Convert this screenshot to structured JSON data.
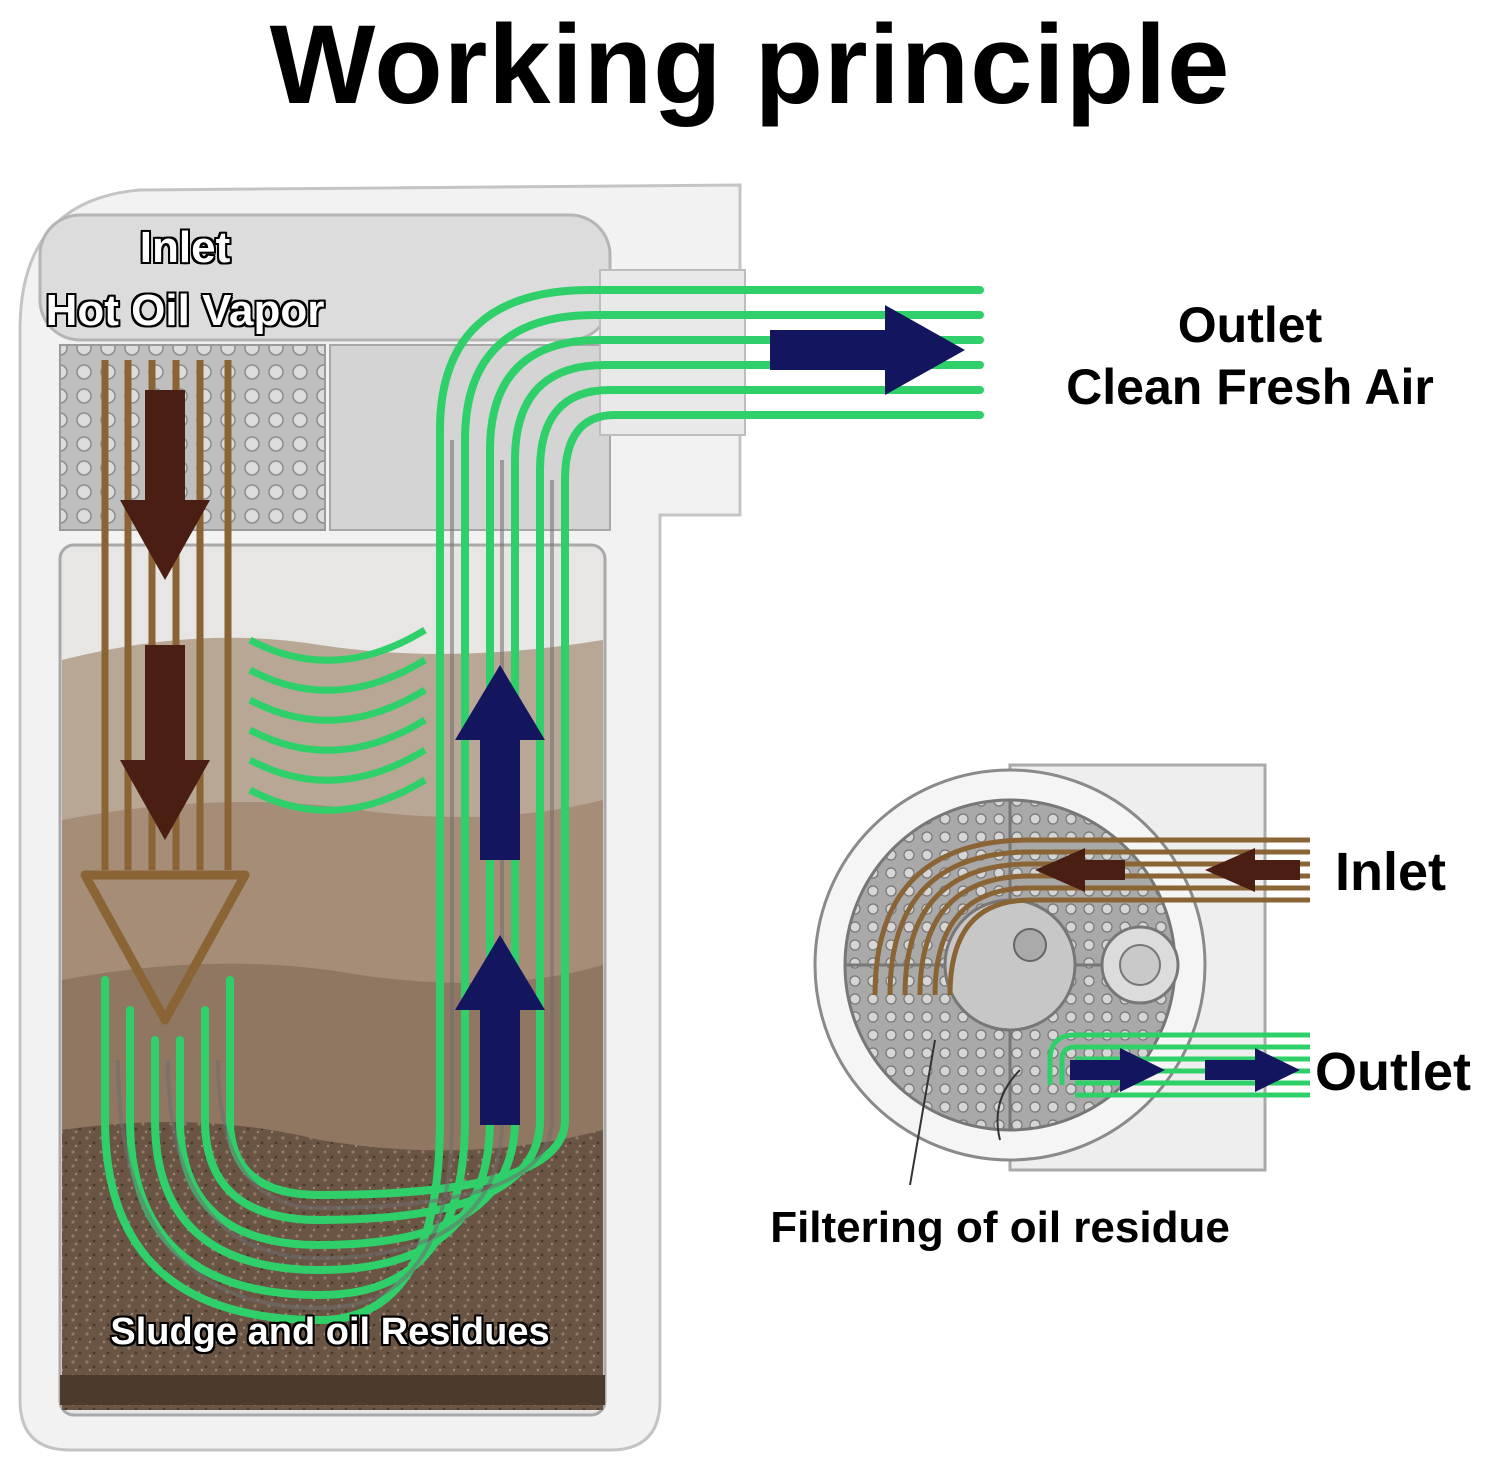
{
  "title": "Working principle",
  "main_unit": {
    "inlet_label": "Inlet",
    "inlet_sub_label": "Hot Oil Vapor",
    "outlet_label": "Outlet",
    "outlet_sub_label": "Clean Fresh Air",
    "bottom_label": "Sludge and oil Residues"
  },
  "top_view": {
    "inlet_label": "Inlet",
    "outlet_label": "Outlet",
    "caption": "Filtering of oil residue"
  },
  "colors": {
    "clean_air": "#2fd06a",
    "oil_vapor": "#8a6434",
    "inlet_arrow": "#4a1e12",
    "flow_arrow": "#13165f",
    "housing": "#e7e7e7",
    "sludge": "#5b4535"
  }
}
